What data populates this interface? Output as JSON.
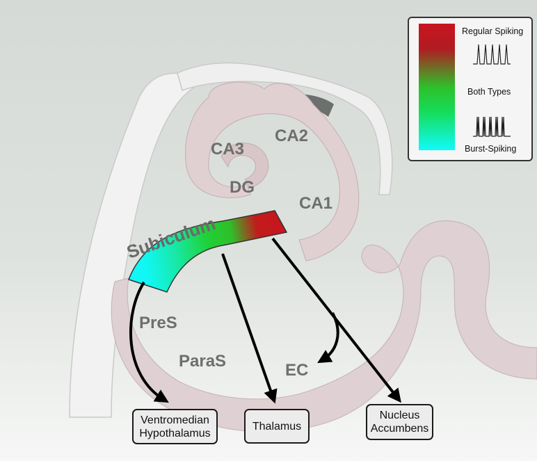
{
  "regions": {
    "ca3": "CA3",
    "ca2": "CA2",
    "dg": "DG",
    "ca1": "CA1",
    "subiculum": "Subiculum",
    "pres": "PreS",
    "paras": "ParaS",
    "ec": "EC"
  },
  "legend": {
    "top_label": "Regular Spiking",
    "middle_label": "Both Types",
    "bottom_label": "Burst-Spiking",
    "gradient_colors": [
      "#c8151f",
      "#2fbf2a",
      "#11fafa"
    ]
  },
  "targets": {
    "hypothalamus": [
      "Ventromedian",
      "Hypothalamus"
    ],
    "thalamus": "Thalamus",
    "accumbens": [
      "Nucleus",
      "Accumbens"
    ]
  }
}
